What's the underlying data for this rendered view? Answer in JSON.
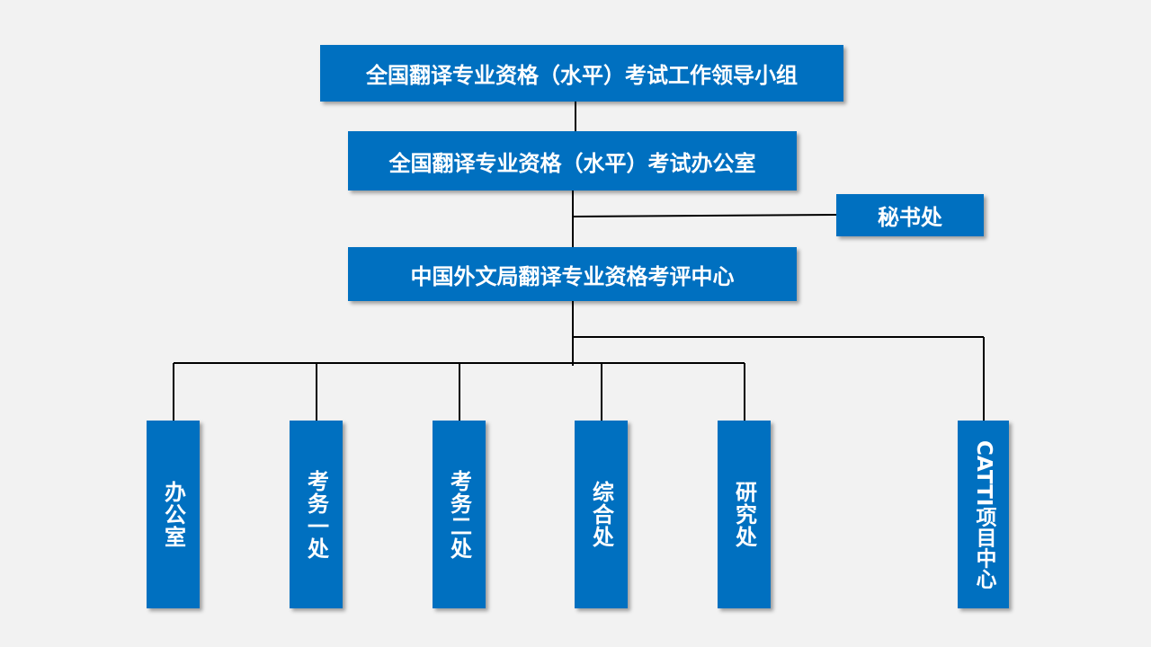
{
  "nodes": {
    "leading_group": "全国翻译专业资格（水平）考试工作领导小组",
    "exam_office": "全国翻译专业资格（水平）考试办公室",
    "secretariat": "秘书处",
    "evaluation_center": "中国外文局翻译专业资格考评中心",
    "office": "办公室",
    "exam_division_1": "考务一处",
    "exam_division_2": "考务二处",
    "general_division": "综合处",
    "research_division": "研究处",
    "catti_center": "CATTI项目中心"
  },
  "edges": [
    {
      "from": "leading_group",
      "to": "exam_office"
    },
    {
      "from": "exam_office",
      "to": "evaluation_center"
    },
    {
      "from": "exam_office",
      "to": "secretariat"
    },
    {
      "from": "evaluation_center",
      "to": "office"
    },
    {
      "from": "evaluation_center",
      "to": "exam_division_1"
    },
    {
      "from": "evaluation_center",
      "to": "exam_division_2"
    },
    {
      "from": "evaluation_center",
      "to": "general_division"
    },
    {
      "from": "evaluation_center",
      "to": "research_division"
    },
    {
      "from": "evaluation_center",
      "to": "catti_center"
    }
  ],
  "colors": {
    "box_fill": "#0070c0",
    "box_text": "#ffffff",
    "connector": "#000000",
    "background": "#f2f2f2"
  }
}
